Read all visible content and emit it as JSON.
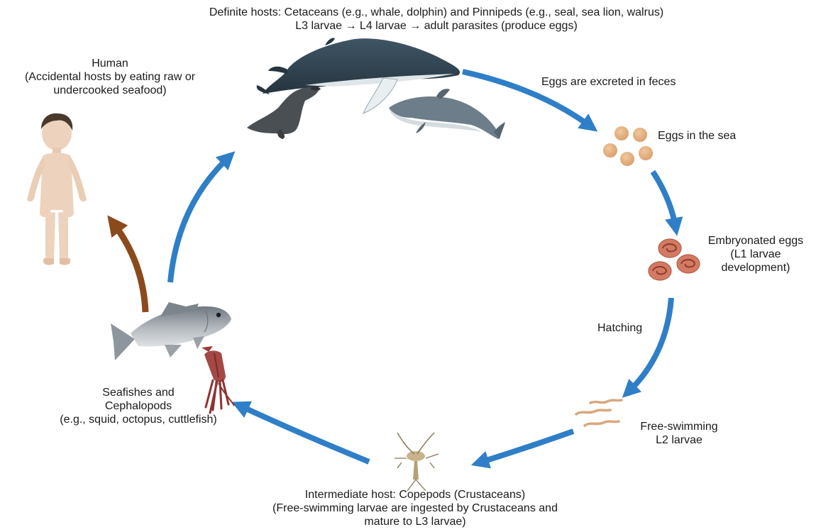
{
  "colors": {
    "cycle_arrow": "#2f7fc8",
    "human_arrow": "#8b4a1c",
    "egg": "#e2b07f",
    "embryo_egg": "#c5634b",
    "larva": "#d9a77c"
  },
  "labels": {
    "definite_hosts": {
      "line1": "Definite hosts: Cetaceans (e.g., whale, dolphin) and Pinnipeds (e.g., seal, sea lion, walrus)",
      "line2": "L3 larvae → L4 larvae → adult parasites (produce eggs)"
    },
    "human": {
      "line1": "Human",
      "line2": "(Accidental hosts by eating raw or",
      "line3": "undercooked seafood)"
    },
    "eggs_excreted": "Eggs are excreted in feces",
    "eggs_in_sea": "Eggs in the sea",
    "embryonated": {
      "line1": "Embryonated eggs",
      "line2": "(L1 larvae",
      "line3": "development)"
    },
    "hatching": "Hatching",
    "l2": {
      "line1": "Free-swimming",
      "line2": "L2 larvae"
    },
    "intermediate": {
      "line1": "Intermediate host: Copepods (Crustaceans)",
      "line2": "(Free-swimming larvae are ingested by Crustaceans and",
      "line3": "mature to L3 larvae)"
    },
    "seafish": {
      "line1": "Seafishes and",
      "line2": "Cephalopods",
      "line3": "(e.g., squid, octopus, cuttlefish)"
    }
  },
  "icons": [
    "whale-icon",
    "dolphin-icon",
    "sea-lion-icon",
    "human-icon",
    "fish-icon",
    "squid-icon",
    "copepod-icon",
    "egg-icon",
    "embryonated-egg-icon",
    "larva-icon"
  ]
}
